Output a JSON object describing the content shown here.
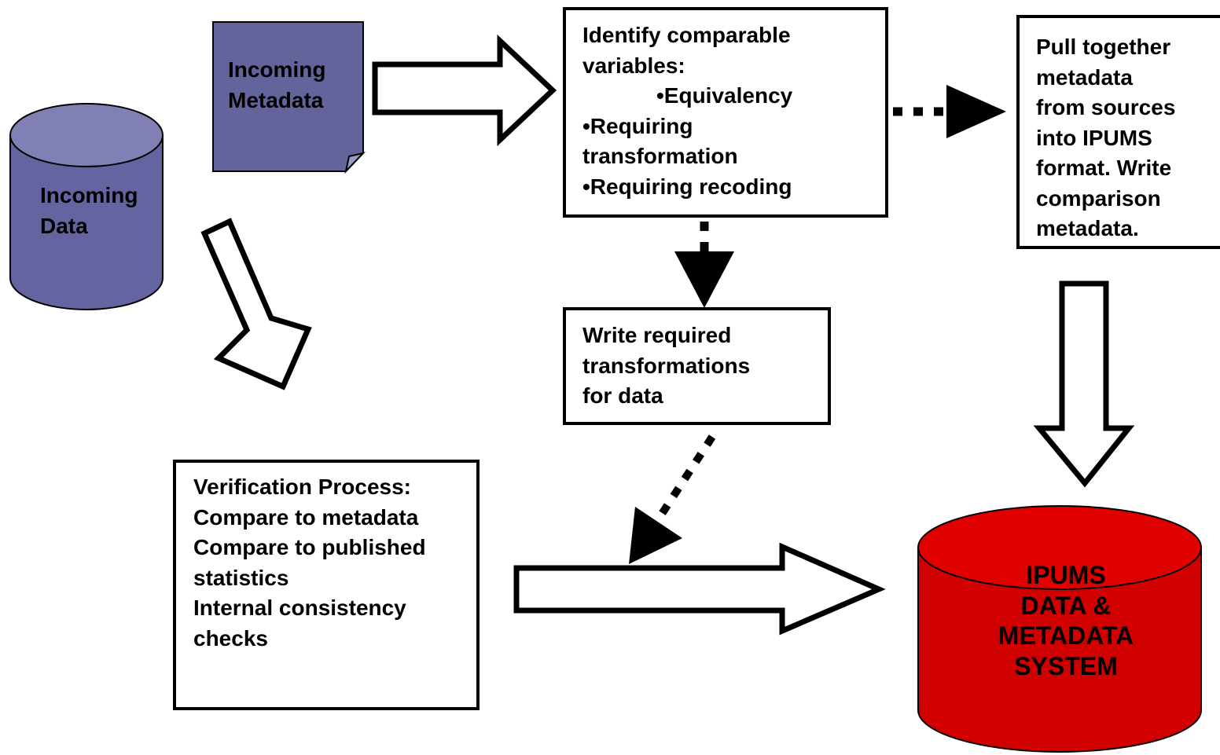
{
  "colors": {
    "cylinder_fill": "#6464a0",
    "cylinder_top": "#8080b4",
    "document_fill": "#64649c",
    "ipums_fill": "#d00000",
    "ipums_top": "#e00000",
    "stroke": "#000000",
    "background": "#ffffff"
  },
  "shapes": {
    "incoming_data": {
      "type": "cylinder",
      "lines": [
        "Incoming",
        "Data"
      ]
    },
    "incoming_metadata": {
      "type": "document",
      "lines": [
        "Incoming",
        "Metadata"
      ]
    },
    "identify_box": {
      "type": "process",
      "lines": [
        "Identify comparable",
        "variables:",
        "•Equivalency",
        "•Requiring",
        "transformation",
        "•Requiring recoding"
      ]
    },
    "pull_together_box": {
      "type": "process",
      "lines": [
        "Pull together",
        "metadata",
        "from sources",
        "into IPUMS",
        "format. Write",
        "comparison",
        "metadata."
      ]
    },
    "write_transformations_box": {
      "type": "process",
      "lines": [
        "Write required",
        "transformations",
        "for data"
      ]
    },
    "verification_box": {
      "type": "process",
      "lines": [
        "Verification Process:",
        "Compare to metadata",
        "Compare to published",
        "statistics",
        "Internal consistency",
        "checks"
      ]
    },
    "ipums_system": {
      "type": "cylinder",
      "lines": [
        "IPUMS",
        "DATA &",
        "METADATA",
        "SYSTEM"
      ]
    }
  },
  "connectors": [
    {
      "from": "Incoming Metadata",
      "to": "Identify comparable variables",
      "style": "hollow-block-arrow"
    },
    {
      "from": "Incoming Data",
      "to": "Verification Process",
      "style": "hollow-block-arrow"
    },
    {
      "from": "Identify comparable variables",
      "to": "Pull together metadata",
      "style": "dotted-arrow"
    },
    {
      "from": "Identify comparable variables",
      "to": "Write required transformations",
      "style": "dotted-arrow"
    },
    {
      "from": "Write required transformations",
      "to": "IPUMS system",
      "style": "dotted-arrow"
    },
    {
      "from": "Pull together metadata",
      "to": "IPUMS system",
      "style": "hollow-block-arrow"
    },
    {
      "from": "Verification Process",
      "to": "IPUMS system",
      "style": "hollow-block-arrow"
    }
  ]
}
